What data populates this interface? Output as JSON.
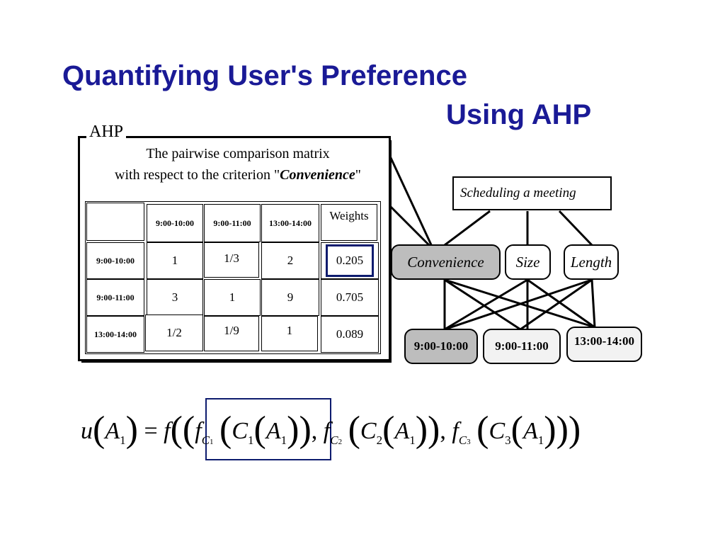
{
  "slide": {
    "title_line_1": "Quantifying User's Preference",
    "title_line_2": "Using AHP"
  },
  "ahp_panel": {
    "label": "AHP",
    "caption_line_1": "The pairwise comparison matrix",
    "caption_line_2_prefix": "with respect to the criterion \"",
    "caption_line_2_emphasis": "Convenience",
    "caption_line_2_suffix": "\""
  },
  "matrix": {
    "column_headers": [
      "9:00-10:00",
      "9:00-11:00",
      "13:00-14:00"
    ],
    "weights_header": "Weights",
    "row_headers": [
      "9:00-10:00",
      "9:00-11:00",
      "13:00-14:00"
    ],
    "rows": [
      [
        "1",
        "1/3",
        "2"
      ],
      [
        "3",
        "1",
        "9"
      ],
      [
        "1/2",
        "1/9",
        "1"
      ]
    ],
    "weights": [
      "0.205",
      "0.705",
      "0.089"
    ]
  },
  "hierarchy": {
    "goal": "Scheduling a meeting",
    "criteria": [
      "Convenience",
      "Size",
      "Length"
    ],
    "alternatives": [
      "9:00-10:00",
      "9:00-11:00",
      "13:00-14:00"
    ],
    "colors": {
      "highlight_fill": "#bdbdbd",
      "light_fill": "#f2f2f2"
    }
  },
  "formula": {
    "lhs_fn": "u",
    "lhs_arg": "A",
    "lhs_sub": "1",
    "equals": "=",
    "outer_fn": "f",
    "terms": [
      {
        "fn": "f",
        "fn_sub": "C",
        "fn_subsub": "1",
        "crit": "C",
        "crit_sub": "1",
        "arg": "A",
        "arg_sub": "1"
      },
      {
        "fn": "f",
        "fn_sub": "C",
        "fn_subsub": "2",
        "crit": "C",
        "crit_sub": "2",
        "arg": "A",
        "arg_sub": "1"
      },
      {
        "fn": "f",
        "fn_sub": "C",
        "fn_subsub": "3",
        "crit": "C",
        "crit_sub": "3",
        "arg": "A",
        "arg_sub": "1"
      }
    ],
    "highlight_color": "#0d1b6e"
  },
  "colors": {
    "title": "#1a1a96"
  }
}
